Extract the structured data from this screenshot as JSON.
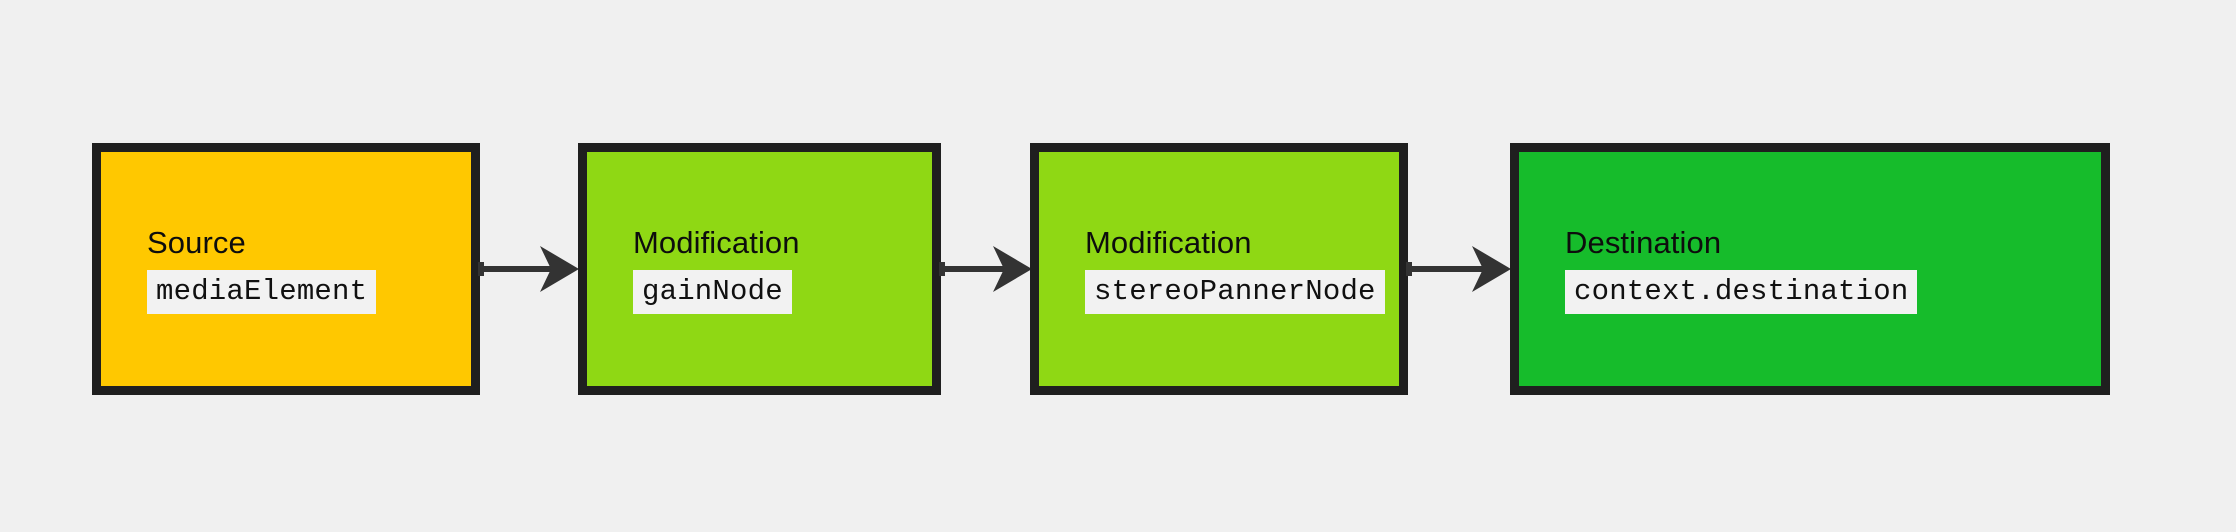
{
  "diagram": {
    "kind": "flowchart-left-right",
    "background_color": "#f0f0f0",
    "node_border_color": "#1f1f1f",
    "edge_color": "#333333",
    "code_badge_bg": "#f2f2f2",
    "nodes": [
      {
        "id": "source",
        "title": "Source",
        "code": "mediaElement",
        "fill_color": "#ffc800",
        "role": "source"
      },
      {
        "id": "gain",
        "title": "Modification",
        "code": "gainNode",
        "fill_color": "#8fd814",
        "role": "modification"
      },
      {
        "id": "panner",
        "title": "Modification",
        "code": "stereoPannerNode",
        "fill_color": "#8fd814",
        "role": "modification"
      },
      {
        "id": "destination",
        "title": "Destination",
        "code": "context.destination",
        "fill_color": "#16bc2b",
        "role": "destination"
      }
    ],
    "edges": [
      {
        "id": "edge-source-gain",
        "from": "source",
        "to": "gain",
        "arrow": "arrow-right-icon"
      },
      {
        "id": "edge-gain-panner",
        "from": "gain",
        "to": "panner",
        "arrow": "arrow-right-icon"
      },
      {
        "id": "edge-panner-destination",
        "from": "panner",
        "to": "destination",
        "arrow": "arrow-right-icon"
      }
    ]
  }
}
